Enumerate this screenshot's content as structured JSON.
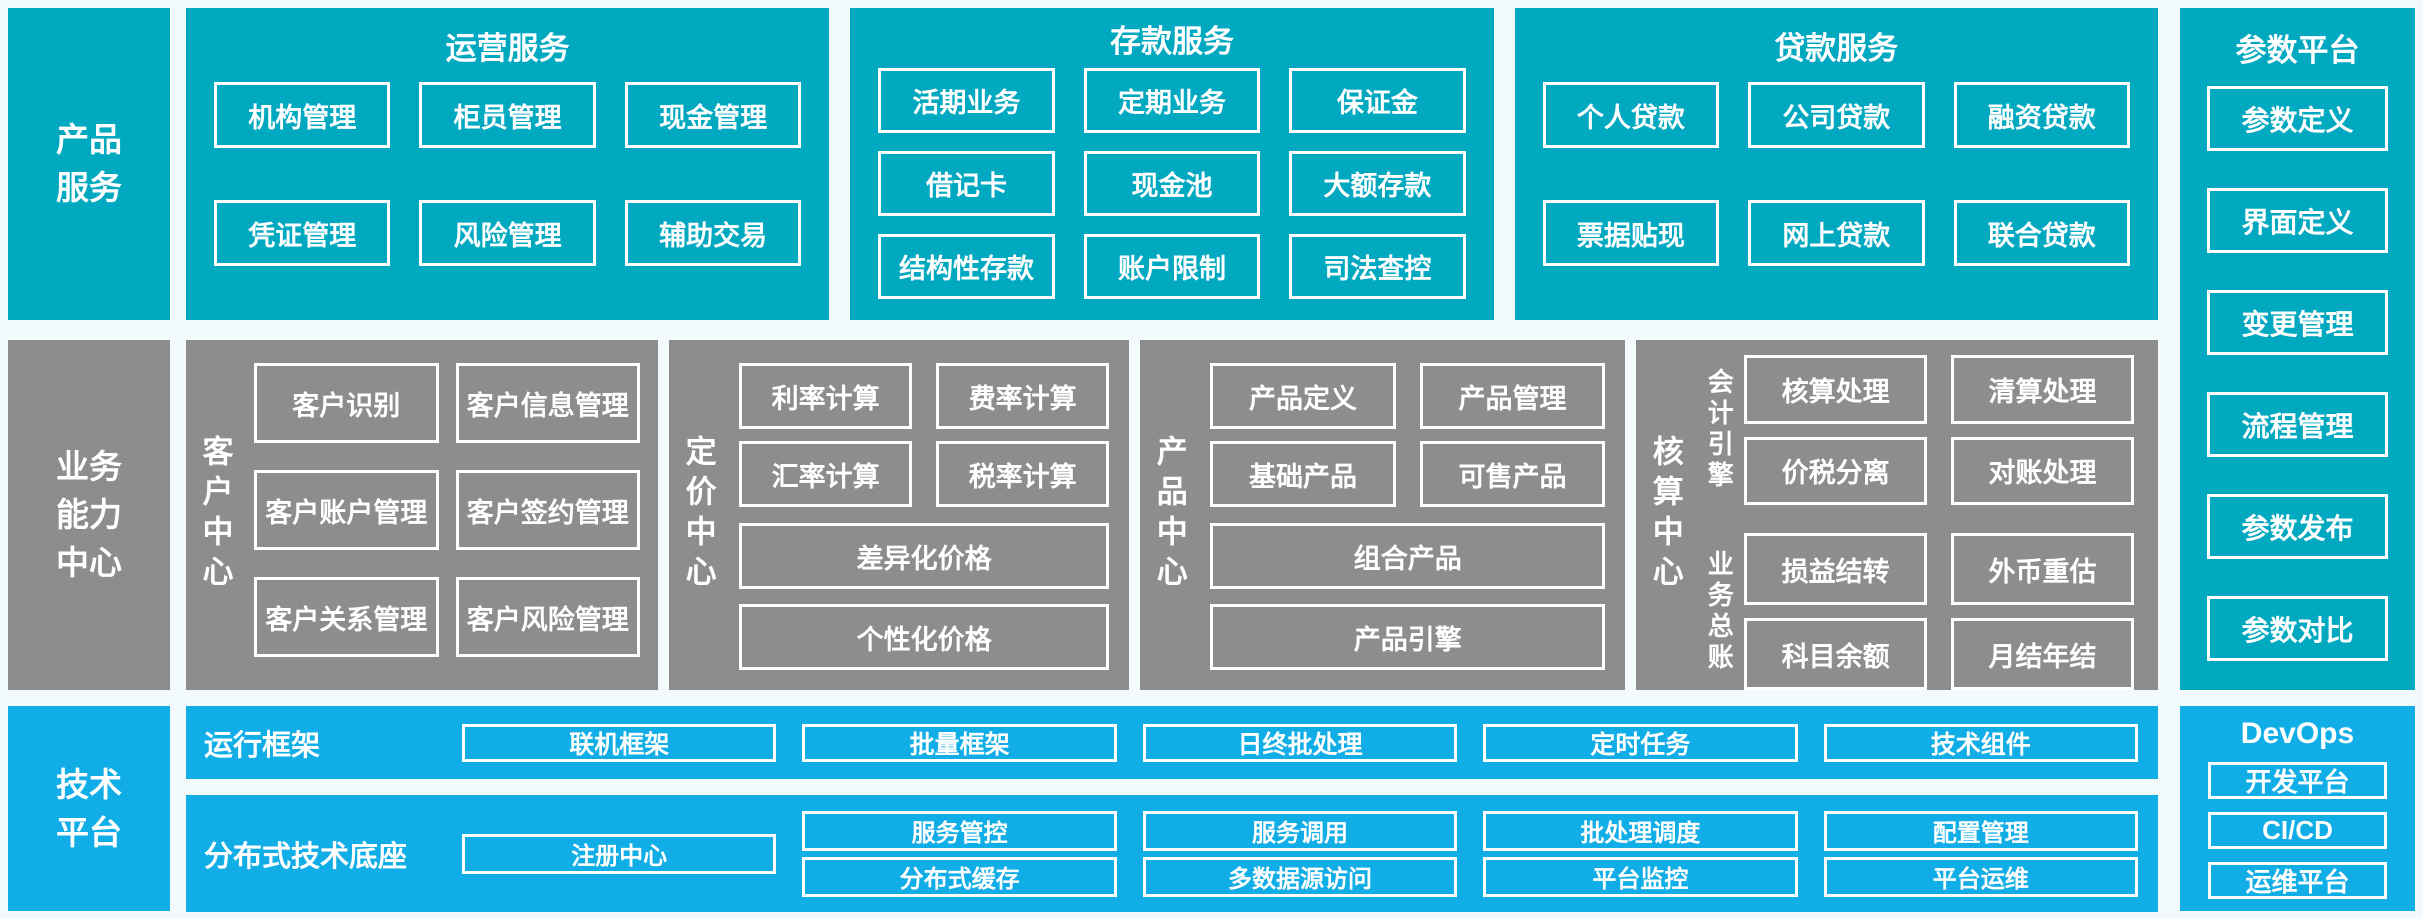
{
  "palette": {
    "teal": "#00a8c0",
    "gray": "#8d8d8d",
    "blue": "#10ade6",
    "page_background": "#f3fafc",
    "box_border": "#ffffff",
    "text": "#ffffff"
  },
  "left_rail": {
    "product": "产品\n服务",
    "business": "业务\n能力\n中心",
    "tech": "技术\n平台"
  },
  "top_band": {
    "groups": [
      {
        "title": "运营服务",
        "rows": [
          [
            "机构管理",
            "柜员管理",
            "现金管理"
          ],
          [
            "凭证管理",
            "风险管理",
            "辅助交易"
          ]
        ]
      },
      {
        "title": "存款服务",
        "rows": [
          [
            "活期业务",
            "定期业务",
            "保证金"
          ],
          [
            "借记卡",
            "现金池",
            "大额存款"
          ],
          [
            "结构性存款",
            "账户限制",
            "司法查控"
          ]
        ]
      },
      {
        "title": "贷款服务",
        "rows": [
          [
            "个人贷款",
            "公司贷款",
            "融资贷款"
          ],
          [
            "票据贴现",
            "网上贷款",
            "联合贷款"
          ]
        ]
      }
    ]
  },
  "middle_band": {
    "customer": {
      "label": "客户中心",
      "boxes": [
        "客户识别",
        "客户信息管理",
        "客户账户管理",
        "客户签约管理",
        "客户关系管理",
        "客户风险管理"
      ]
    },
    "pricing": {
      "label": "定价中心",
      "half_boxes": [
        "利率计算",
        "费率计算",
        "汇率计算",
        "税率计算"
      ],
      "full_boxes": [
        "差异化价格",
        "个性化价格"
      ]
    },
    "product": {
      "label": "产品中心",
      "half_boxes": [
        "产品定义",
        "产品管理",
        "基础产品",
        "可售产品"
      ],
      "full_boxes": [
        "组合产品",
        "产品引擎"
      ]
    },
    "accounting": {
      "label": "核算中心",
      "sections": [
        {
          "label": "会计引擎",
          "boxes": [
            "核算处理",
            "清算处理",
            "价税分离",
            "对账处理"
          ]
        },
        {
          "label": "业务总账",
          "boxes": [
            "损益结转",
            "外币重估",
            "科目余额",
            "月结年结"
          ]
        }
      ]
    }
  },
  "bottom_band": {
    "runtime": {
      "label": "运行框架",
      "boxes": [
        "联机框架",
        "批量框架",
        "日终批处理",
        "定时任务",
        "技术组件"
      ]
    },
    "distributed": {
      "label": "分布式技术底座",
      "registry": "注册中心",
      "boxes": [
        "服务管控",
        "服务调用",
        "批处理调度",
        "配置管理",
        "分布式缓存",
        "多数据源访问",
        "平台监控",
        "平台运维"
      ]
    }
  },
  "right_rail": {
    "parameter": {
      "title": "参数平台",
      "boxes": [
        "参数定义",
        "界面定义",
        "变更管理",
        "流程管理",
        "参数发布",
        "参数对比"
      ]
    },
    "devops": {
      "title": "DevOps",
      "boxes": [
        "开发平台",
        "CI/CD",
        "运维平台"
      ]
    }
  }
}
